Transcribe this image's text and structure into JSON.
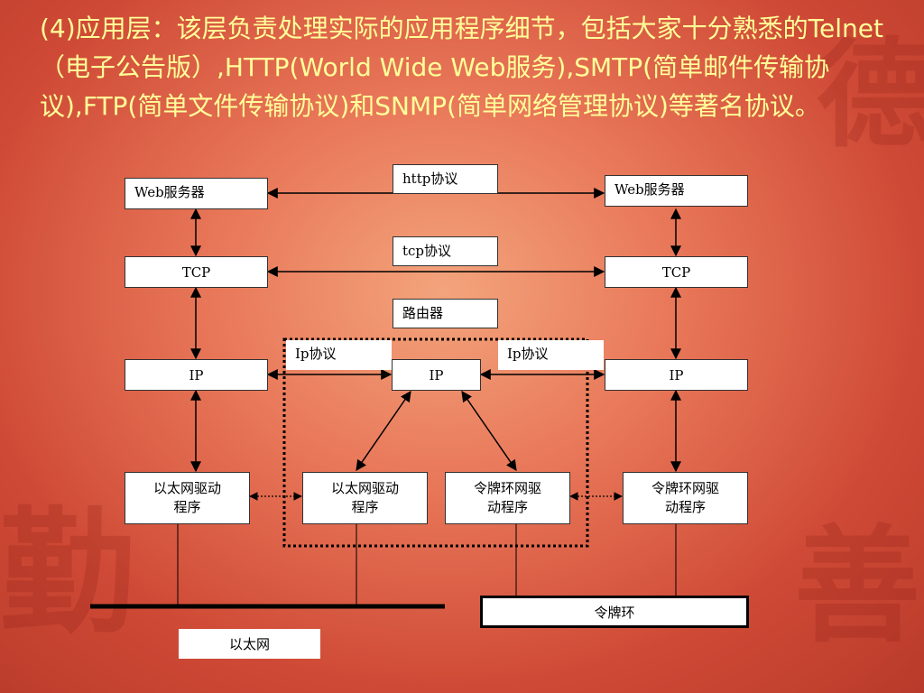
{
  "heading": "(4)应用层：该层负责处理实际的应用程序细节，包括大家十分熟悉的Telnet（电子公告版）,HTTP(World Wide Web服务),SMTP(简单邮件传输协议),FTP(简单文件传输协议)和SNMP(简单网络管理协议)等著名协议。",
  "diagram": {
    "protocol_labels": {
      "http": "http协议",
      "tcp": "tcp协议",
      "router": "路由器",
      "ip_left": "Ip协议",
      "ip_right": "Ip协议"
    },
    "left_host": {
      "web": "Web服务器",
      "tcp": "TCP",
      "ip": "IP",
      "driver_line1": "以太网驱动",
      "driver_line2": "程序"
    },
    "router": {
      "ip": "IP",
      "eth_driver_line1": "以太网驱动",
      "eth_driver_line2": "程序",
      "token_driver_line1": "令牌环网驱",
      "token_driver_line2": "动程序"
    },
    "right_host": {
      "web": "Web服务器",
      "tcp": "TCP",
      "ip": "IP",
      "driver_line1": "令牌环网驱",
      "driver_line2": "动程序"
    },
    "networks": {
      "ethernet": "以太网",
      "token_ring": "令牌环"
    }
  },
  "colors": {
    "heading": "#ffff99",
    "box_bg": "#ffffff",
    "line": "#000000"
  }
}
